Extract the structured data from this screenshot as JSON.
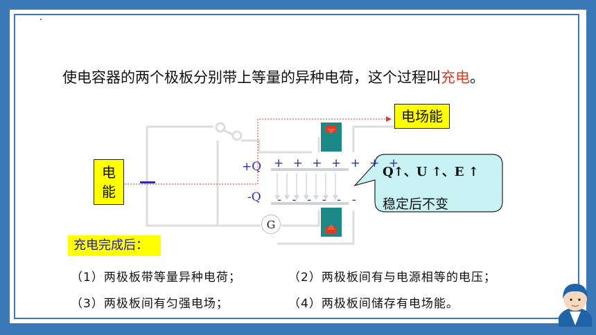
{
  "headline": {
    "main": "使电容器的两个极板分别带上等量的异种电荷，这个过程叫",
    "highlight": "充电",
    "end": "。"
  },
  "energy_label": "电场能",
  "source_label": [
    "电",
    "能"
  ],
  "plate_labels": {
    "top": "+Q",
    "bottom": "-Q"
  },
  "plate_charges": {
    "top": "+ + + + + + +",
    "bottom": "- - - - - -"
  },
  "galvanometer": "G",
  "bubble": {
    "line1": "Q↑、U ↑、E ↑",
    "line2": "稳定后不变"
  },
  "section_title": "充电完成后：",
  "items": [
    "（1）两极板带等量异种电荷；",
    "（2）两极板间有与电源相等的电压；",
    "（3）两极板间有匀强电场；",
    "（4）两极板间储存有电场能。"
  ],
  "colors": {
    "frame": "#3a78b8",
    "highlight": "#e23a1e",
    "label_bg": "#ffff00",
    "bubble_bg": "#c9f2f5",
    "arrow_line": "#e23a1e",
    "charge_text": "#2c2cb0"
  }
}
